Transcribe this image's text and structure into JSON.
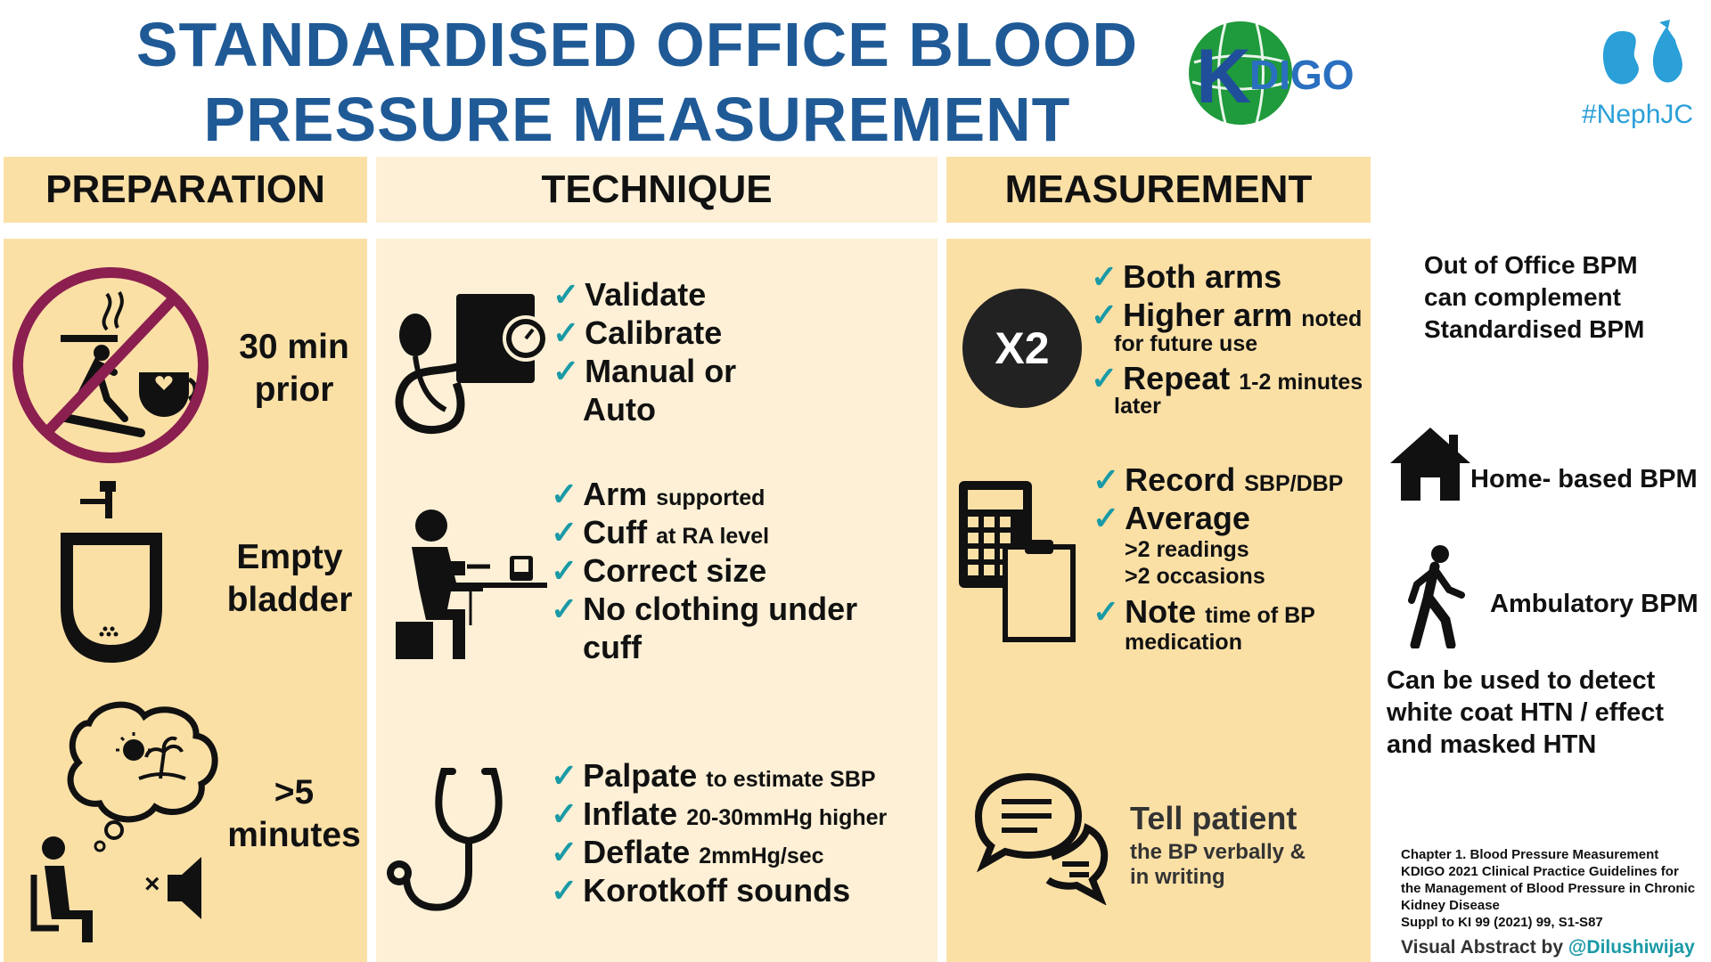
{
  "title": {
    "line1": "STANDARDISED OFFICE BLOOD",
    "line2": "PRESSURE MEASUREMENT"
  },
  "logos": {
    "kdigo": "KDIGO",
    "nephjc": "#NephJC"
  },
  "headers": {
    "preparation": "PREPARATION",
    "technique": "TECHNIQUE",
    "measurement": "MEASUREMENT"
  },
  "preparation": {
    "item1": {
      "icon": "no-smoking-coffee-exercise-icon",
      "line1": "30 min",
      "line2": "prior"
    },
    "item2": {
      "icon": "urinal-icon",
      "line1": "Empty",
      "line2": "bladder"
    },
    "item3": {
      "icon": "resting-quiet-icon",
      "line1": ">5",
      "line2": "minutes"
    }
  },
  "technique": {
    "group1": {
      "icon": "bp-monitor-icon",
      "items": [
        "Validate",
        "Calibrate",
        "Manual or",
        "Auto"
      ]
    },
    "group2": {
      "icon": "seated-patient-icon",
      "items": [
        {
          "bold": "Arm",
          "rest": "supported"
        },
        {
          "bold": "Cuff",
          "rest": "at RA level"
        },
        {
          "bold": "Correct size",
          "rest": ""
        },
        {
          "bold": "No clothing under",
          "rest": ""
        }
      ],
      "cont": "cuff"
    },
    "group3": {
      "icon": "stethoscope-icon",
      "items": [
        {
          "bold": "Palpate",
          "rest": "to estimate SBP"
        },
        {
          "bold": "Inflate",
          "rest": "20-30mmHg higher"
        },
        {
          "bold": "Deflate",
          "rest": "2mmHg/sec"
        },
        {
          "bold": "Korotkoff sounds",
          "rest": ""
        }
      ]
    }
  },
  "measurement": {
    "x2": "X2",
    "group1": [
      {
        "bold": "Both arms",
        "rest": "",
        "cont": ""
      },
      {
        "bold": "Higher arm",
        "rest": "noted",
        "cont": "for future use"
      },
      {
        "bold": "Repeat",
        "rest": "1-2 minutes",
        "cont": "later"
      }
    ],
    "group2": {
      "icon": "calculator-clipboard-icon",
      "record_bold": "Record",
      "record_rest": "SBP/DBP",
      "average": "Average",
      "readings": ">2 readings",
      "occasions": ">2 occasions",
      "note_bold": "Note",
      "note_rest": "time of BP",
      "note_cont": "medication"
    },
    "group3": {
      "icon": "speech-bubbles-icon",
      "title": "Tell patient",
      "line1": "the BP verbally &",
      "line2": "in writing"
    }
  },
  "side": {
    "intro": [
      "Out of Office BPM",
      "can complement",
      "Standardised BPM"
    ],
    "home": {
      "icon": "house-icon",
      "label": "Home- based BPM"
    },
    "ambulatory": {
      "icon": "walking-person-icon",
      "label": "Ambulatory BPM"
    },
    "detect": [
      "Can be used to detect",
      "white coat HTN / effect",
      "and masked HTN"
    ]
  },
  "reference": {
    "lines": [
      "Chapter 1. Blood Pressure Measurement",
      "KDIGO 2021 Clinical Practice Guidelines for",
      "the Management of Blood Pressure in Chronic",
      "Kidney Disease",
      "Suppl to KI 99 (2021) 99, S1-S87"
    ],
    "credit_prefix": "Visual Abstract by",
    "credit_handle": "@Dilushiwijay"
  },
  "colors": {
    "title": "#1f5a96",
    "panel": "#fbe0a6",
    "panel_light": "#fdf0d6",
    "check": "#1a9aa6",
    "no_sign": "#8b1f4f"
  }
}
